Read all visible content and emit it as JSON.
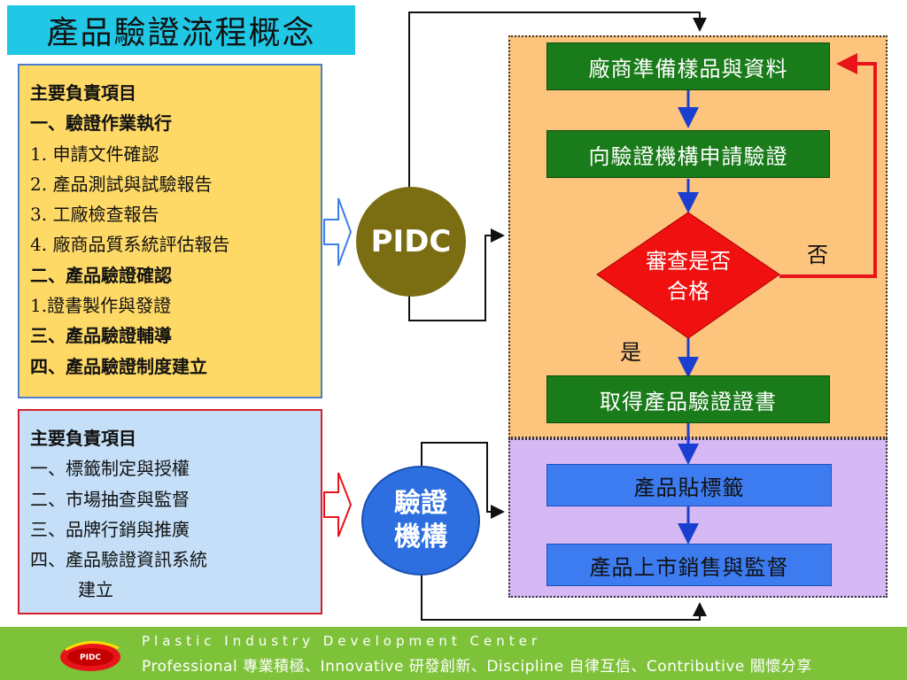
{
  "title": "產品驗證流程概念",
  "pidc_panel": {
    "lines": [
      {
        "text": "主要負責項目",
        "bold": true
      },
      {
        "text": "一、驗證作業執行",
        "bold": true
      },
      {
        "text": "1. 申請文件確認",
        "bold": false
      },
      {
        "text": "2. 產品測試與試驗報告",
        "bold": false
      },
      {
        "text": "3. 工廠檢查報告",
        "bold": false
      },
      {
        "text": "4. 廠商品質系統評估報告",
        "bold": false
      },
      {
        "text": "二、產品驗證確認",
        "bold": true
      },
      {
        "text": "1.證書製作與發證",
        "bold": false
      },
      {
        "text": "三、產品驗證輔導",
        "bold": true
      },
      {
        "text": "四、產品驗證制度建立",
        "bold": true
      }
    ]
  },
  "org_panel": {
    "lines": [
      {
        "text": "主要負責項目",
        "bold": true
      },
      {
        "text": "一、標籤制定與授權",
        "bold": false
      },
      {
        "text": "二、市場抽查與監督",
        "bold": false
      },
      {
        "text": "三、品牌行銷與推廣",
        "bold": false
      },
      {
        "text": "四、產品驗證資訊系統",
        "bold": false
      },
      {
        "text": "建立",
        "bold": false,
        "indent": true
      }
    ]
  },
  "pidc_label": "PIDC",
  "org_label_1": "驗證",
  "org_label_2": "機構",
  "flow": {
    "step1": "廠商準備樣品與資料",
    "step2": "向驗證機構申請驗證",
    "decision_1": "審查是否",
    "decision_2": "合格",
    "no_label": "否",
    "yes_label": "是",
    "step3": "取得產品驗證證書",
    "step4": "產品貼標籤",
    "step5": "產品上市銷售與監督"
  },
  "footer": {
    "logo_text": "PIDC",
    "line1": "Plastic Industry Development Center",
    "line2": "Professional 專業積極、Innovative 研發創新、Discipline 自律互信、Contributive 關懷分享"
  },
  "colors": {
    "title_bg": "#20c8e6",
    "yellow_panel": "#ffd966",
    "blue_panel": "#c4dff7",
    "pidc_circle": "#7b6e12",
    "org_circle": "#2d6fe0",
    "zone_orange": "#fdc47e",
    "zone_purple": "#d5b8f4",
    "green_box": "#1a7b1a",
    "blue_box": "#3d7bf0",
    "decision": "#f01010",
    "footer": "#7ec23a"
  }
}
